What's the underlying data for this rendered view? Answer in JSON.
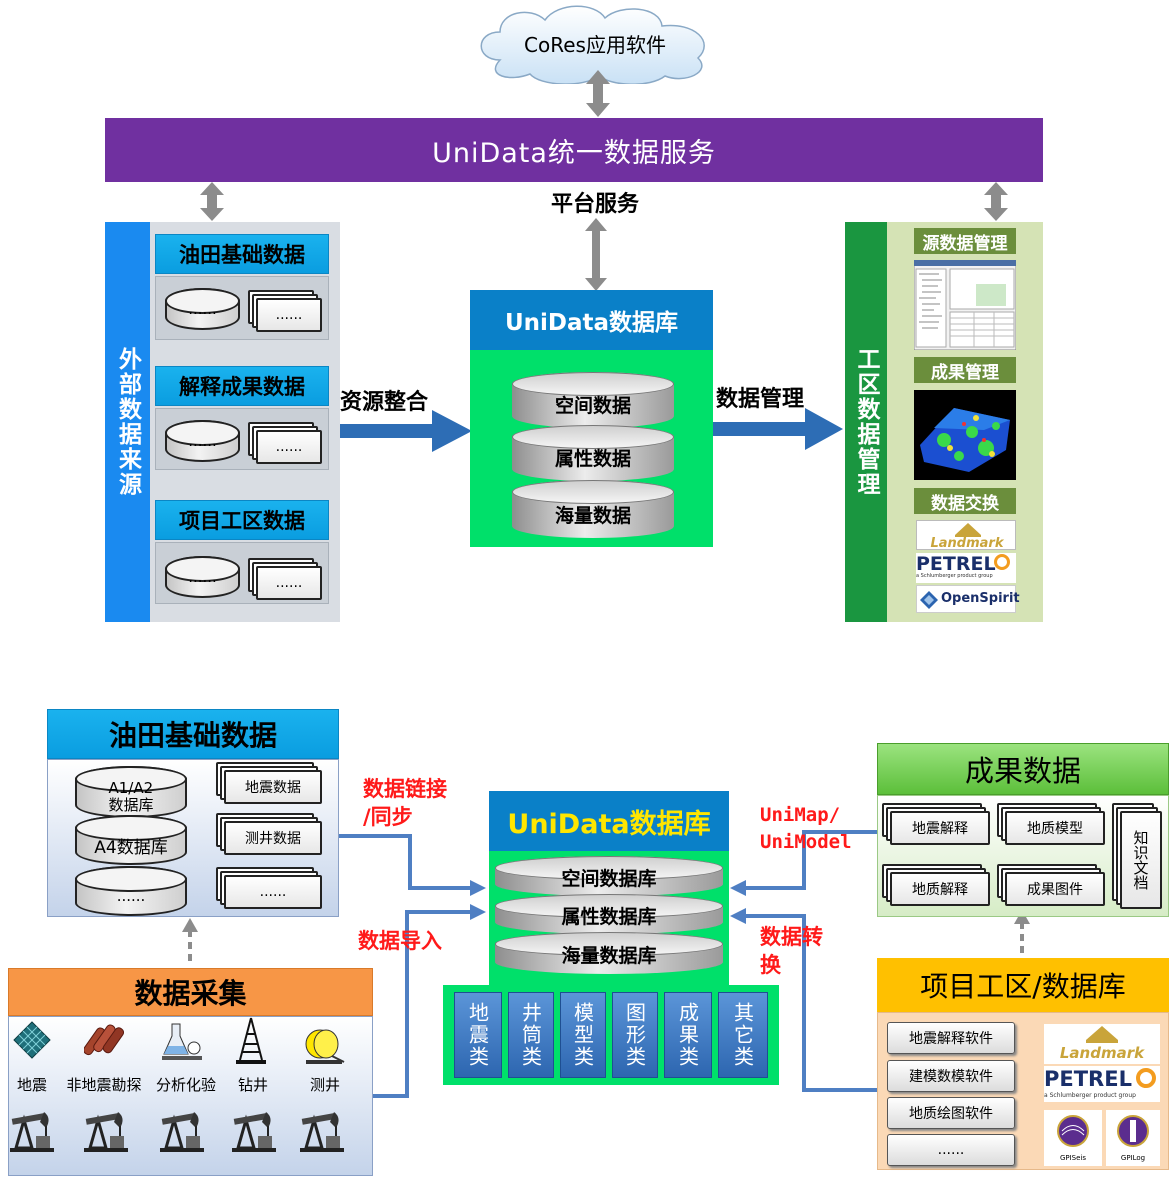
{
  "top": {
    "cloud_label": "CoRes应用软件",
    "unidata_service": "UniData统一数据服务",
    "platform_service": "平台服务",
    "external_sources": "外部数据来源",
    "left_groups": [
      "油田基础数据",
      "解释成果数据",
      "项目工区数据"
    ],
    "ellipsis": "......",
    "resource_integration": "资源整合",
    "db_title": "UniData数据库",
    "db_layers": [
      "空间数据",
      "属性数据",
      "海量数据"
    ],
    "data_management": "数据管理",
    "work_area": "工区数据管理",
    "right_items": [
      "源数据管理",
      "成果管理",
      "数据交换"
    ],
    "logos": {
      "landmark": "Landmark",
      "petrel": "PETREL",
      "petrel_sub": "a Schlumberger product group",
      "openspirit": "OpenSpirit"
    }
  },
  "bottom": {
    "oilfield": {
      "title": "油田基础数据",
      "dbs": [
        "A1/A2\n数据库",
        "A4数据库",
        "......"
      ],
      "stacks": [
        "地震数据",
        "测井数据",
        "......"
      ]
    },
    "collection": {
      "title": "数据采集",
      "items": [
        "地震",
        "非地震勘探",
        "分析化验",
        "钻井",
        "测井"
      ]
    },
    "link_sync": "数据链接\n/同步",
    "import": "数据导入",
    "db_title": "UniData数据库",
    "db_layers": [
      "空间数据库",
      "属性数据库",
      "海量数据库"
    ],
    "categories": [
      "地震类",
      "井筒类",
      "模型类",
      "图形类",
      "成果类",
      "其它类"
    ],
    "unimap": "UniMap/\nUniModel",
    "convert": "数据转\n换",
    "results": {
      "title": "成果数据",
      "stacks": [
        "地震解释",
        "地质模型",
        "地质解释",
        "成果图件"
      ],
      "knowledge": "知识文档"
    },
    "project": {
      "title": "项目工区/数据库",
      "software": [
        "地震解释软件",
        "建模数模软件",
        "地质绘图软件",
        "......"
      ],
      "logos": {
        "landmark": "Landmark",
        "petrel": "PETREL",
        "petrel_sub": "a Schlumberger product group",
        "gpiseis": "GPISeis",
        "gpilog": "GPILog"
      }
    }
  },
  "colors": {
    "purple": "#7030a0",
    "blue_header": "#1ab2ee",
    "green": "#00e06a",
    "dark_green": "#1a9640",
    "orange": "#f79646",
    "yellow": "#ffc000",
    "arrow_blue": "#2d6db5",
    "red_text": "#ff1a1a"
  }
}
